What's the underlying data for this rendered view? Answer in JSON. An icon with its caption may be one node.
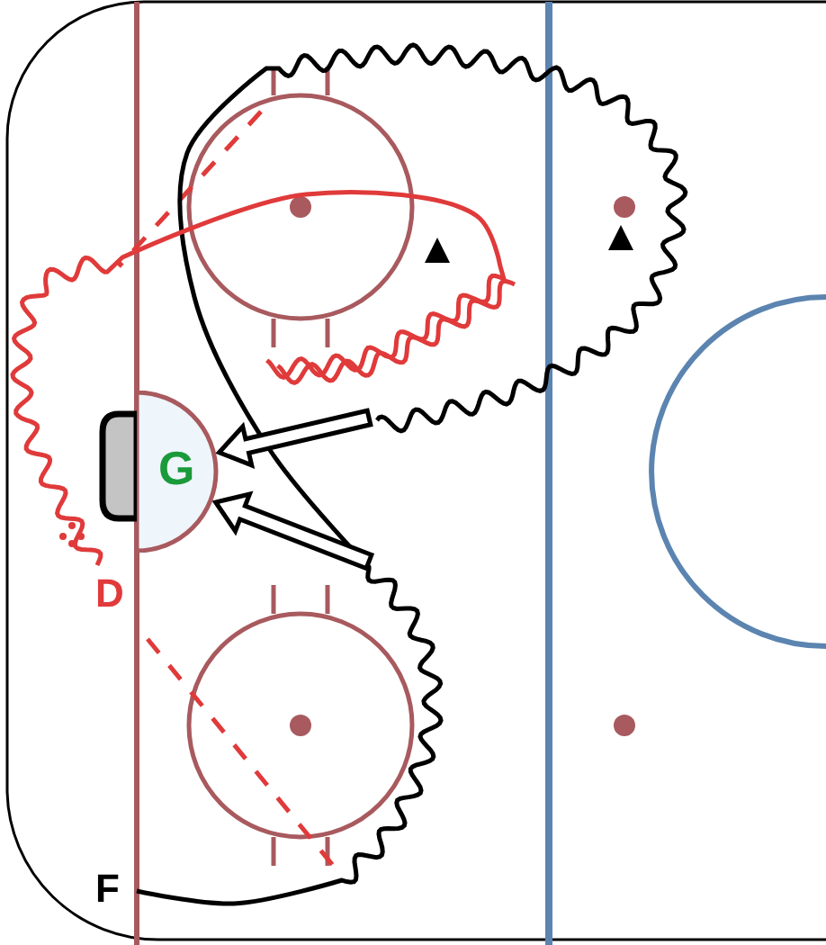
{
  "diagram": {
    "nodes": [
      {
        "text": [
          "F"
        ]
      },
      {
        "text": [
          "D"
        ]
      },
      {
        "text": [
          "G"
        ]
      }
    ],
    "edges": [
      {
        "from": 0,
        "to": null,
        "arrow": "none"
      },
      {
        "from": null,
        "to": 2,
        "arrow": "to"
      },
      {
        "from": null,
        "to": 2,
        "arrow": "to"
      },
      {
        "from": 1,
        "to": null,
        "arrow": "none",
        "color": "#e03a3a"
      }
    ]
  }
}
